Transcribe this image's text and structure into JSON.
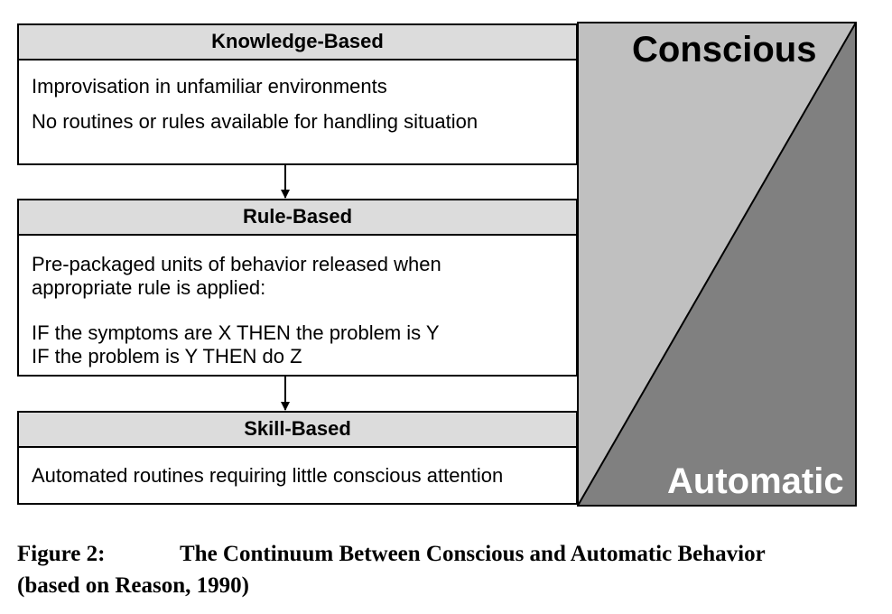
{
  "boxes": [
    {
      "title": "Knowledge-Based",
      "lines": [
        "Improvisation in unfamiliar environments",
        "No routines or rules available for handling situation"
      ]
    },
    {
      "title": "Rule-Based",
      "lines": [
        "Pre-packaged units of behavior released when",
        "appropriate rule is applied:",
        "IF the symptoms are X THEN the problem is Y",
        "IF the problem is Y THEN do Z"
      ]
    },
    {
      "title": "Skill-Based",
      "lines": [
        "Automated routines requiring little conscious attention"
      ]
    }
  ],
  "continuum": {
    "top_label": "Conscious",
    "bottom_label": "Automatic",
    "colors": {
      "light": "#c0c0c0",
      "dark": "#808080"
    }
  },
  "caption": {
    "figure": "Figure 2:",
    "title": "The Continuum Between Conscious and Automatic Behavior",
    "source": "(based on Reason, 1990)"
  }
}
